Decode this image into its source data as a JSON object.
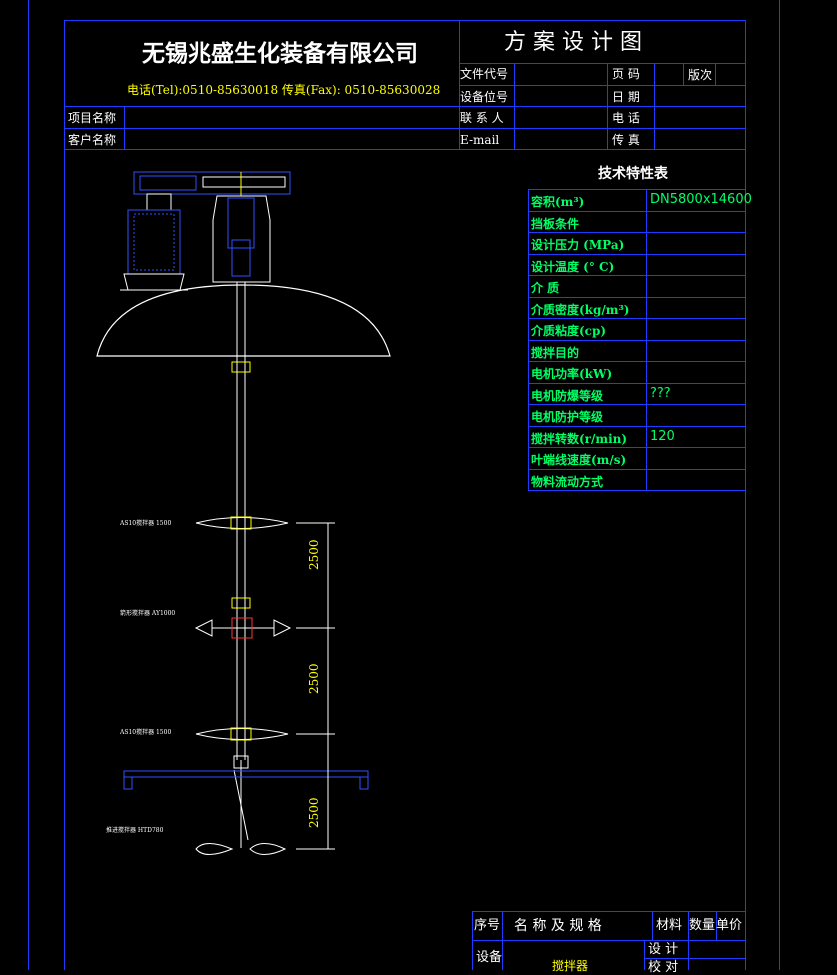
{
  "header": {
    "company": "无锡兆盛生化装备有限公司",
    "contact_line": "电话(Tel):0510-85630018 传真(Fax): 0510-85630028",
    "drawing_title": "方 案 设 计 图",
    "fields": {
      "file_code": "文件代号",
      "page_no": "页 码",
      "revision": "版次",
      "equipment_no": "设备位号",
      "date": "日 期",
      "contact": "联 系 人",
      "phone": "电 话",
      "email": "E-mail",
      "fax": "传 真",
      "project_name": "项目名称",
      "client_name": "客户名称"
    }
  },
  "spec_table": {
    "title": "技术特性表",
    "rows": [
      {
        "label": "容积(m³)",
        "value": "DN5800x14600"
      },
      {
        "label": "挡板条件",
        "value": ""
      },
      {
        "label": "设计压力 (MPa)",
        "value": ""
      },
      {
        "label": "设计温度 (° C)",
        "value": ""
      },
      {
        "label": "介 质",
        "value": ""
      },
      {
        "label": "介质密度(kg/m³)",
        "value": ""
      },
      {
        "label": "介质粘度(cp)",
        "value": ""
      },
      {
        "label": "搅拌目的",
        "value": ""
      },
      {
        "label": "电机功率(kW)",
        "value": ""
      },
      {
        "label": "电机防爆等级",
        "value": "???"
      },
      {
        "label": "电机防护等级",
        "value": ""
      },
      {
        "label": "搅拌转数(r/min)",
        "value": "120"
      },
      {
        "label": "叶端线速度(m/s)",
        "value": ""
      },
      {
        "label": "物料流动方式",
        "value": ""
      }
    ]
  },
  "drawing": {
    "dimensions": [
      "2500",
      "2500",
      "2500"
    ],
    "impeller_labels": [
      "AS10搅拌器 1500",
      "箭形搅拌器 AY1000",
      "AS10搅拌器 1500",
      "推进搅拌器 HTD780"
    ]
  },
  "bom": {
    "headers": {
      "seq": "序号",
      "name": "名 称 及 规 格",
      "material": "材料",
      "qty": "数量",
      "unit_price": "单价"
    },
    "row": {
      "label": "设备",
      "item": "搅拌器",
      "design": "设 计",
      "check": "校 对"
    }
  },
  "colors": {
    "frame": "#1e3cff",
    "spec_text": "#00ff66",
    "labels": "#ffff00"
  }
}
